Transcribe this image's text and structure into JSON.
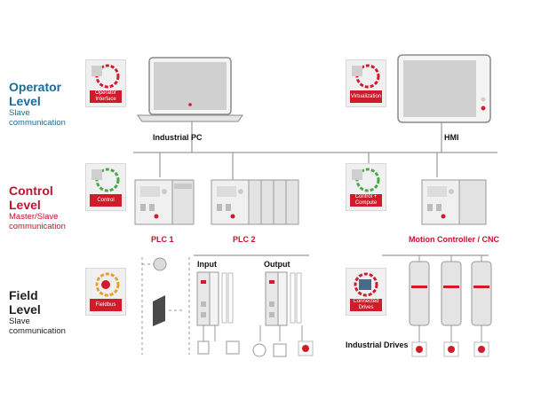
{
  "levels": {
    "operator": {
      "title_line1": "Operator",
      "title_line2": "Level",
      "sub_line1": "Slave",
      "sub_line2": "communication"
    },
    "control": {
      "title_line1": "Control",
      "title_line2": "Level",
      "sub_line1": "Master/Slave",
      "sub_line2": "communication"
    },
    "field": {
      "title_line1": "Field",
      "title_line2": "Level",
      "sub_line1": "Slave",
      "sub_line2": "communication"
    }
  },
  "badges": {
    "operator_interface": {
      "line1": "Operator",
      "line2": "Interface"
    },
    "virtualization": {
      "line1": "Virtualization",
      "line2": ""
    },
    "control": {
      "line1": "Control",
      "line2": ""
    },
    "control_compute": {
      "line1": "Control +",
      "line2": "Compute"
    },
    "fieldbus": {
      "line1": "Fieldbus",
      "line2": ""
    },
    "connected_drives": {
      "line1": "Connected",
      "line2": "Drives"
    }
  },
  "devices": {
    "industrial_pc": "Industrial PC",
    "hmi": "HMI",
    "plc1": "PLC 1",
    "plc2": "PLC 2",
    "motion_controller": "Motion Controller / CNC",
    "input": "Input",
    "output": "Output",
    "industrial_drives": "Industrial Drives"
  },
  "colors": {
    "accent": "#c8102e",
    "blue": "#1a6c96",
    "line": "#9a9a9a"
  }
}
